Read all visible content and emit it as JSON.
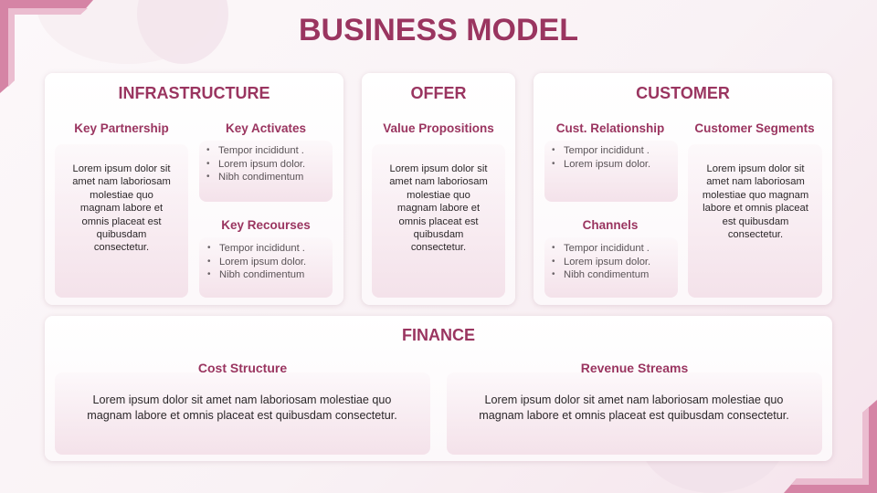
{
  "slide": {
    "title": "BUSINESS MODEL",
    "accent_color": "#9a3560",
    "corner_color_dark": "#d584a5",
    "corner_color_light": "#ebbdd0"
  },
  "infrastructure": {
    "heading": "INFRASTRUCTURE",
    "key_partnership": {
      "label": "Key Partnership",
      "text": "Lorem ipsum dolor sit amet nam laboriosam molestiae quo magnam labore et omnis placeat est quibusdam consectetur."
    },
    "key_activates": {
      "label": "Key Activates",
      "items": [
        "Tempor incididunt .",
        "Lorem ipsum dolor.",
        "Nibh condimentum"
      ]
    },
    "key_recourses": {
      "label": "Key Recourses",
      "items": [
        "Tempor incididunt .",
        "Lorem ipsum dolor.",
        "Nibh condimentum"
      ]
    }
  },
  "offer": {
    "heading": "OFFER",
    "value_propositions": {
      "label": "Value Propositions",
      "text": "Lorem ipsum dolor sit amet nam laboriosam molestiae quo magnam labore et omnis placeat est quibusdam consectetur."
    }
  },
  "customer": {
    "heading": "CUSTOMER",
    "relationship": {
      "label": "Cust. Relationship",
      "items": [
        "Tempor incididunt .",
        "Lorem ipsum dolor."
      ]
    },
    "channels": {
      "label": "Channels",
      "items": [
        "Tempor incididunt .",
        "Lorem ipsum dolor.",
        "Nibh condimentum"
      ]
    },
    "segments": {
      "label": "Customer Segments",
      "text": "Lorem ipsum dolor sit amet nam laboriosam molestiae quo magnam labore et omnis placeat est quibusdam consectetur."
    }
  },
  "finance": {
    "heading": "FINANCE",
    "cost_structure": {
      "label": "Cost Structure",
      "text": "Lorem ipsum dolor sit amet nam laboriosam molestiae quo magnam labore et omnis placeat est quibusdam consectetur."
    },
    "revenue_streams": {
      "label": "Revenue Streams",
      "text": "Lorem ipsum dolor sit amet nam laboriosam molestiae quo magnam labore et omnis placeat est quibusdam consectetur."
    }
  }
}
